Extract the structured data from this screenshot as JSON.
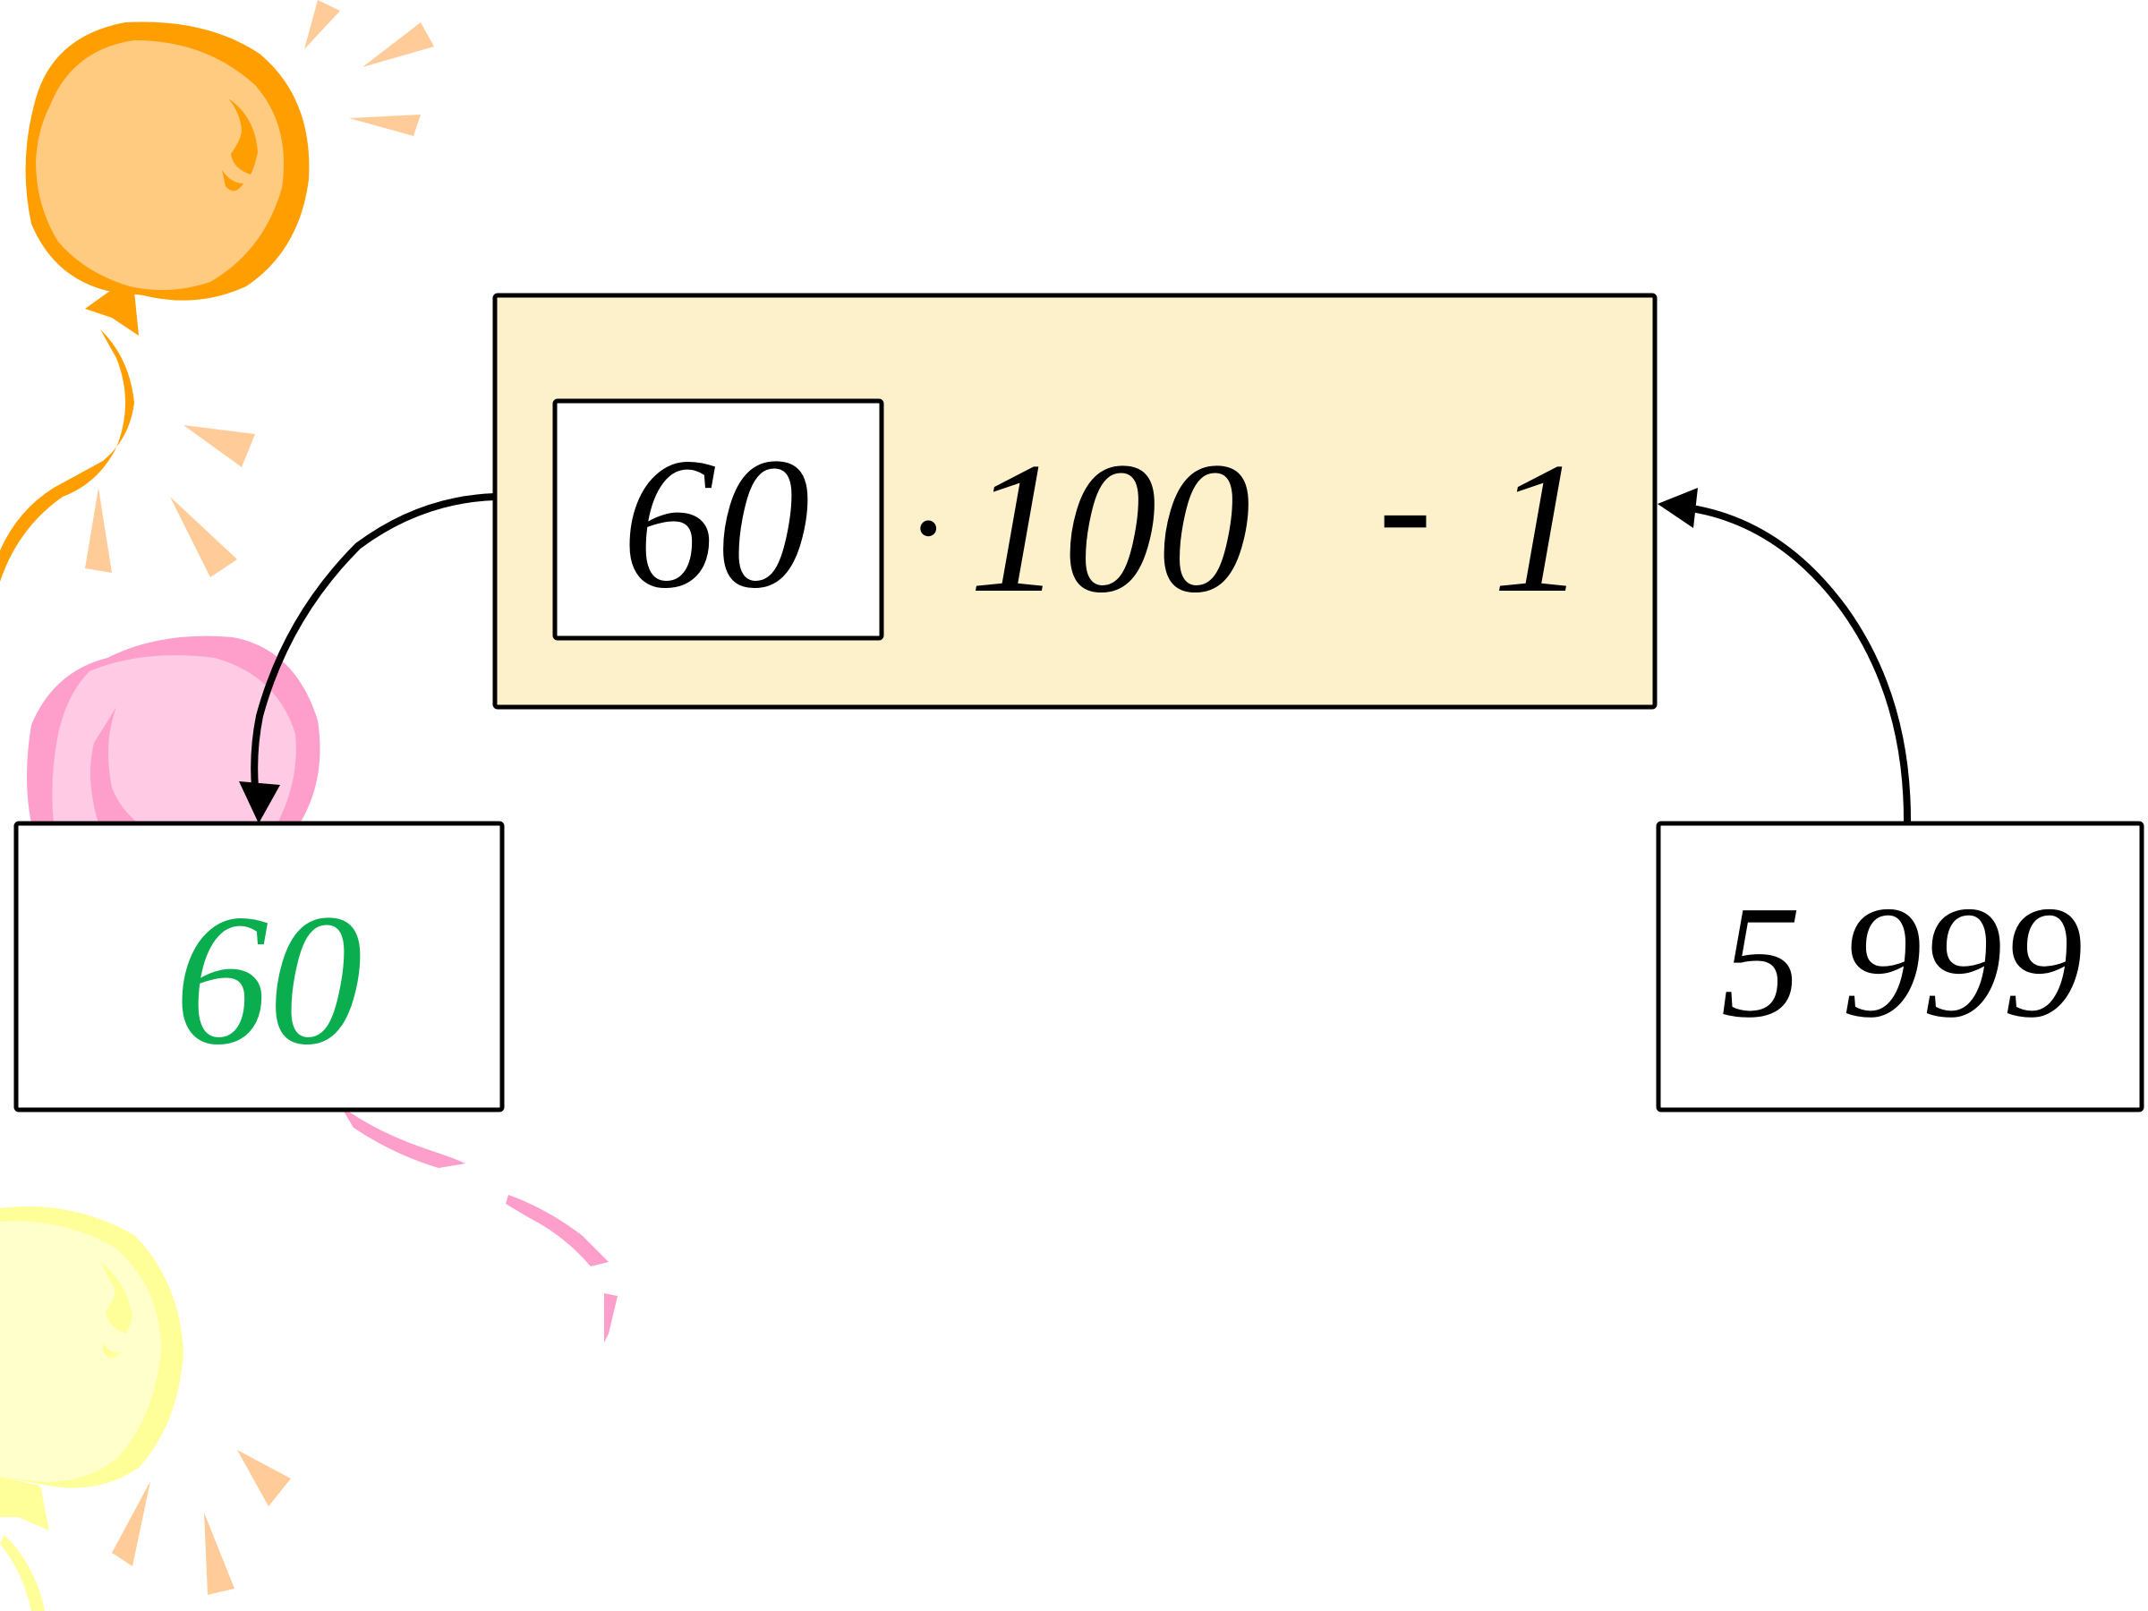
{
  "expression": {
    "highlighted_operand": "60",
    "dot": "·",
    "factor": "100",
    "minus": "-",
    "subtrahend": "1"
  },
  "answer_left": "60",
  "answer_right": "5 999",
  "colors": {
    "main_box_fill": "#FDF1CC",
    "box_stroke": "#000000",
    "answer_left_text": "#0BAE4F",
    "text": "#000000",
    "balloon_orange_dark": "#FF9E00",
    "balloon_orange_light": "#FECB80",
    "balloon_pink_dark": "#FE9ECA",
    "balloon_pink_light": "#FFCAE4",
    "balloon_yellow_dark": "#FFFF99",
    "balloon_yellow_light": "#FFFFCC",
    "ray_color": "#FFCC99"
  },
  "icons": [
    "balloon-orange-icon",
    "balloon-pink-icon",
    "balloon-yellow-icon",
    "arrow-left-icon",
    "arrow-right-icon"
  ]
}
